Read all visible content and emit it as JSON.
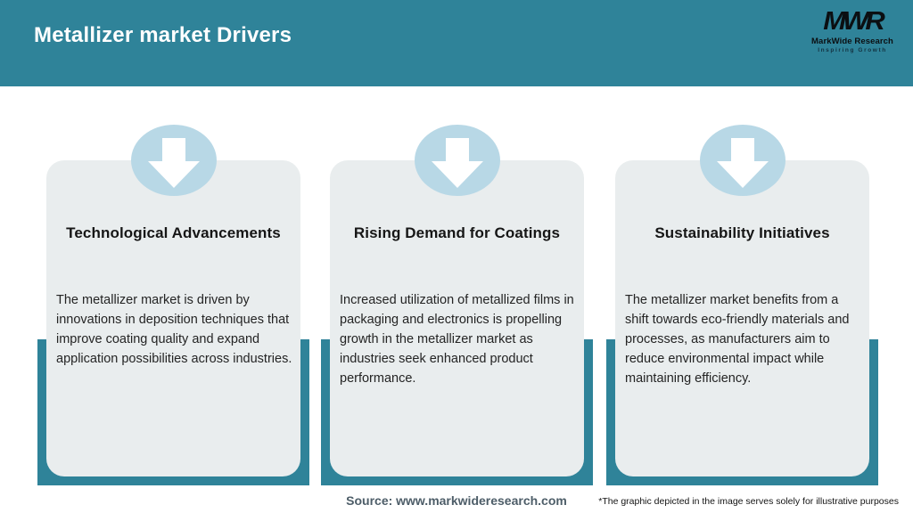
{
  "header": {
    "title": "Metallizer market Drivers"
  },
  "logo": {
    "monogram": "MWR",
    "name": "MarkWide Research",
    "tagline": "Inspiring Growth"
  },
  "cards": [
    {
      "icon": "arrow-down-icon",
      "title": "Technological Advancements",
      "body": "The metallizer market is driven by innovations in deposition techniques that improve coating quality and expand application possibilities across industries."
    },
    {
      "icon": "arrow-down-icon",
      "title": "Rising Demand for Coatings",
      "body": "Increased utilization of metallized films in packaging and electronics is propelling growth in the metallizer market as industries seek enhanced product performance."
    },
    {
      "icon": "arrow-down-icon",
      "title": "Sustainability Initiatives",
      "body": "The metallizer market benefits from a shift towards eco-friendly materials and processes, as manufacturers aim to reduce environmental impact while maintaining efficiency."
    }
  ],
  "footer": {
    "source": "Source: www.markwideresearch.com",
    "disclaimer": "*The graphic depicted in the image serves solely for illustrative purposes"
  },
  "colors": {
    "accent-teal": "#2f8399",
    "card-bg": "#e9edee",
    "arrow-circle-blue": "#b8d8e6",
    "header-text": "#ffffff",
    "source-text": "#4d5d68"
  }
}
